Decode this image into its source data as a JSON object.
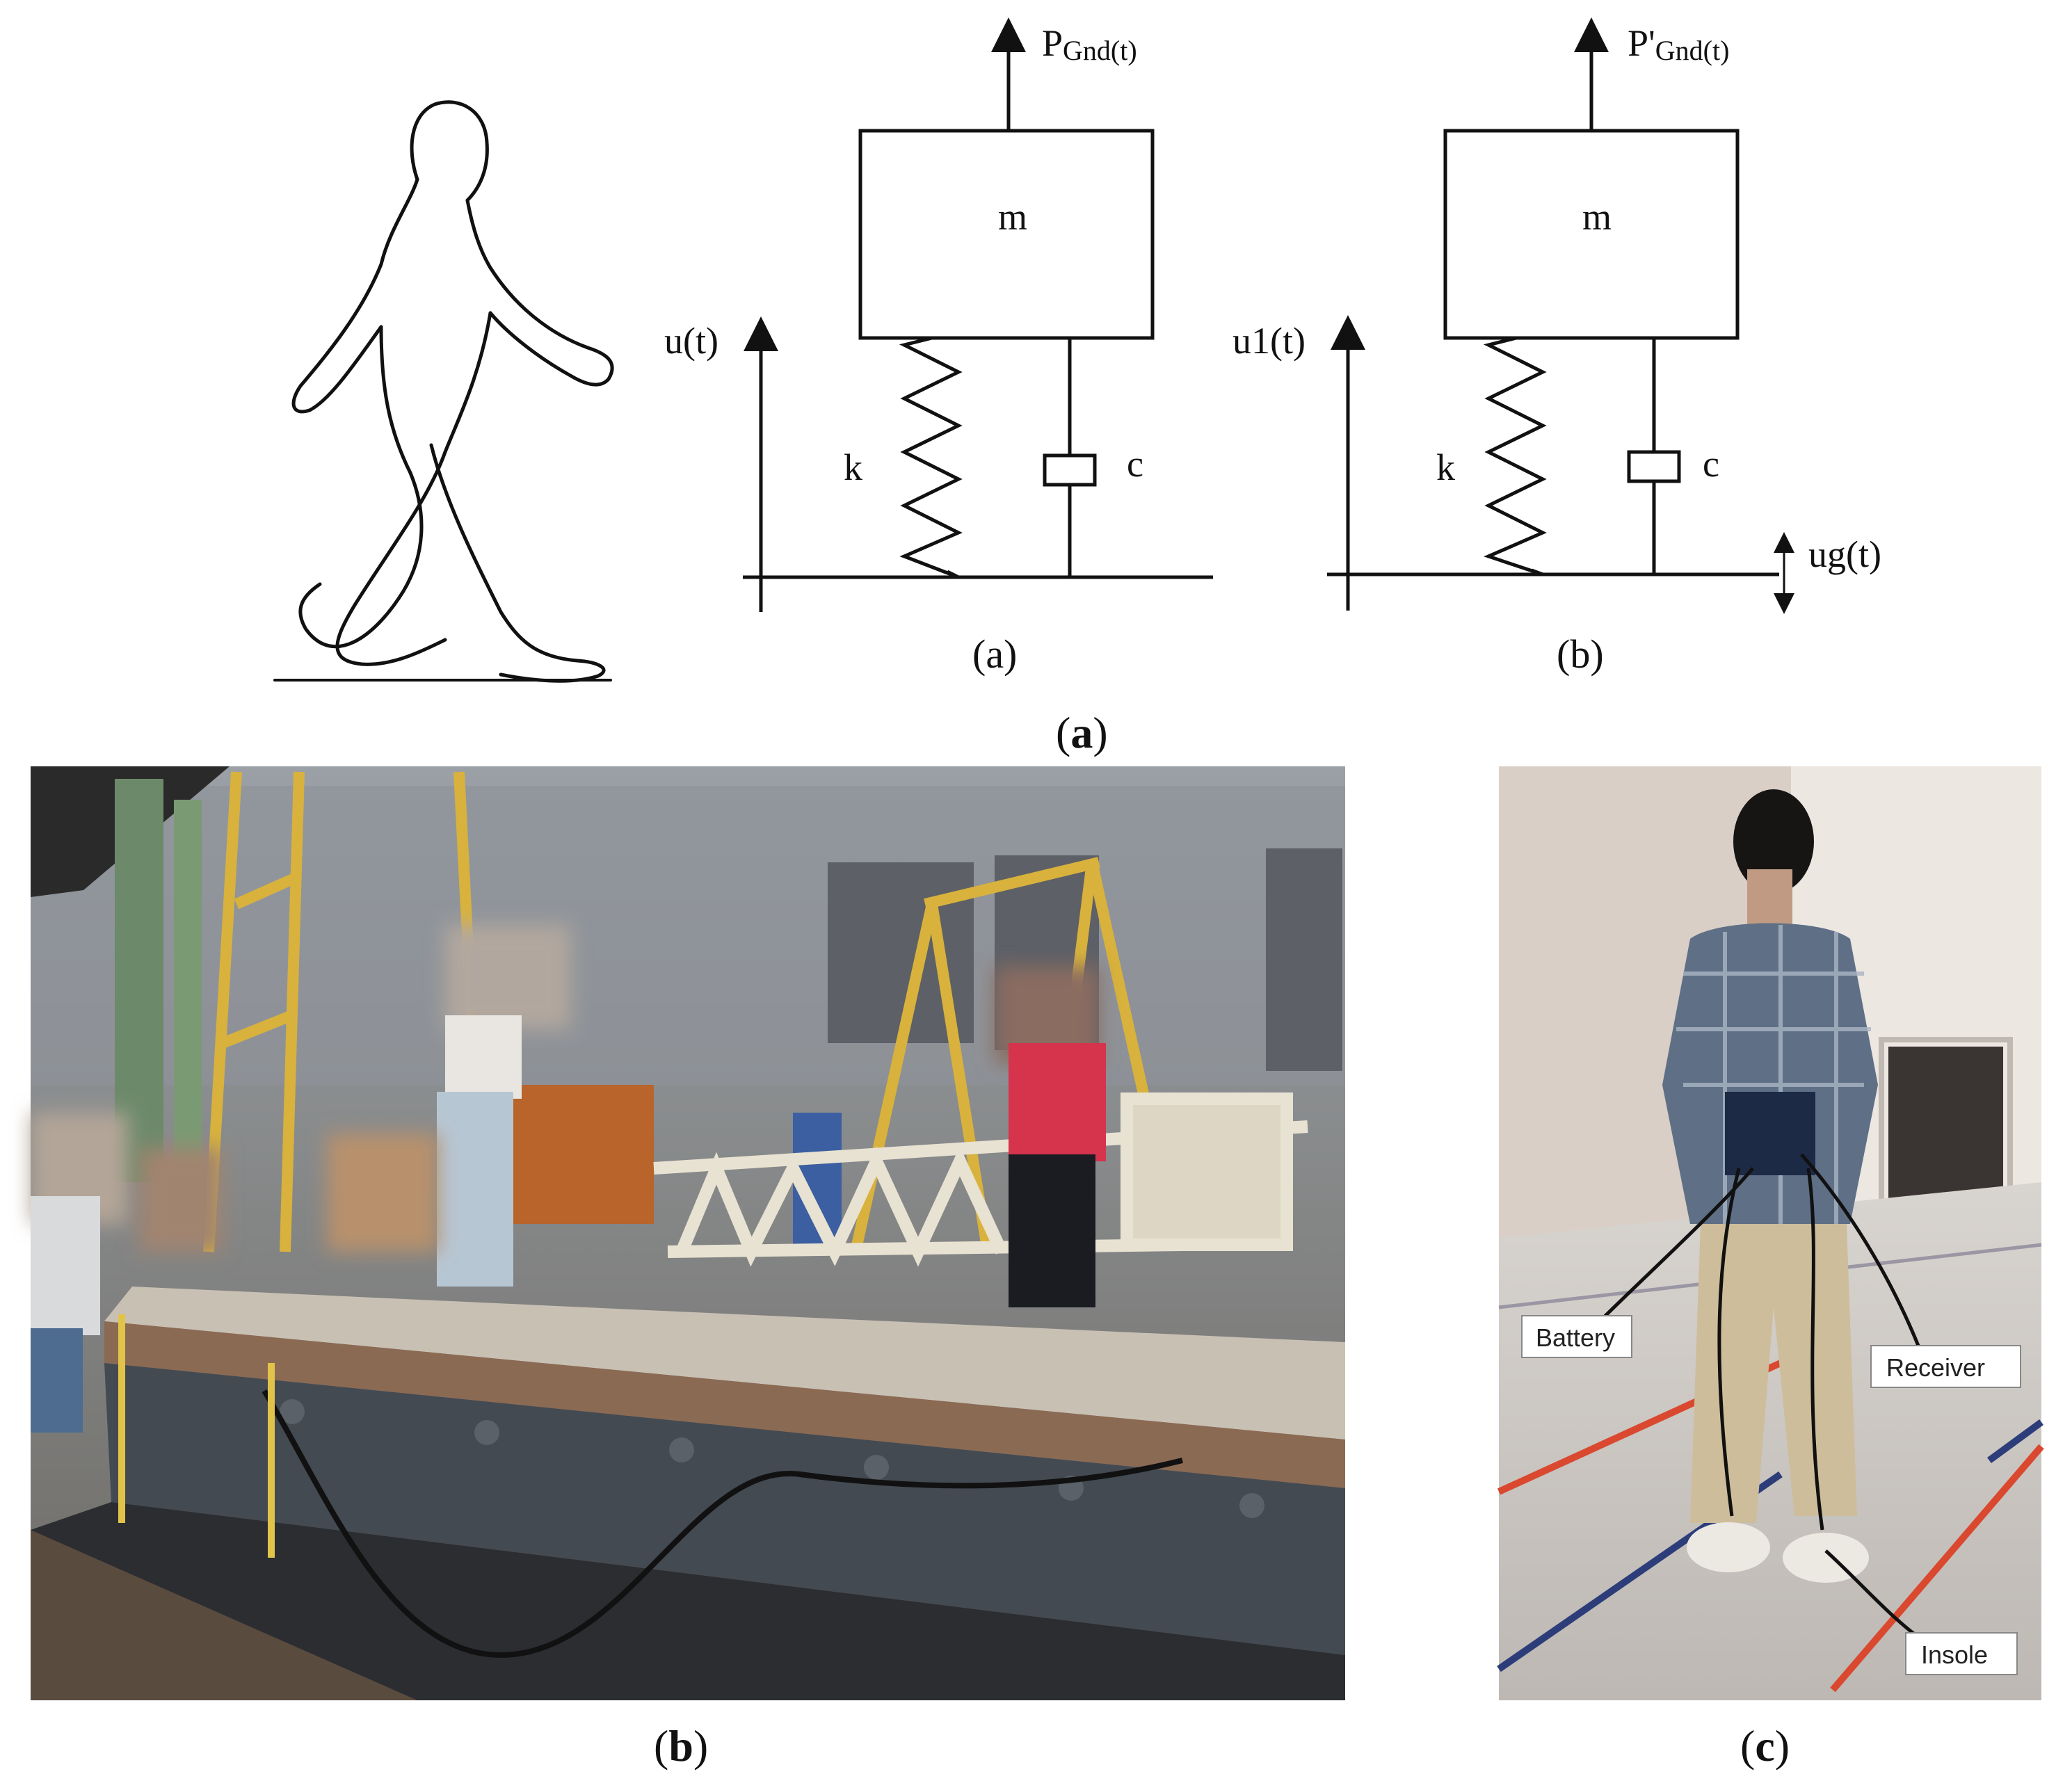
{
  "panel_a": {
    "model_a": {
      "force": "P",
      "force_sub": "Gnd(t)",
      "mass": "m",
      "disp": "u(t)",
      "spring": "k",
      "damper": "c",
      "caption": "(a)"
    },
    "model_b": {
      "force": "P'",
      "force_sub": "Gnd(t)",
      "mass": "m",
      "disp": "u1(t)",
      "ground_disp": "ug(t)",
      "spring": "k",
      "damper": "c",
      "caption": "(b)"
    },
    "caption_open": "(",
    "caption_letter": "a",
    "caption_close": ")"
  },
  "panel_b": {
    "caption_open": "(",
    "caption_letter": "b",
    "caption_close": ")"
  },
  "panel_c": {
    "labels": {
      "battery": "Battery",
      "receiver": "Receiver",
      "insole": "Insole"
    },
    "caption_open": "(",
    "caption_letter": "c",
    "caption_close": ")"
  },
  "colors": {
    "ink": "#111111",
    "stripe_red": "#d9482f",
    "stripe_blue": "#2d3d7a"
  }
}
